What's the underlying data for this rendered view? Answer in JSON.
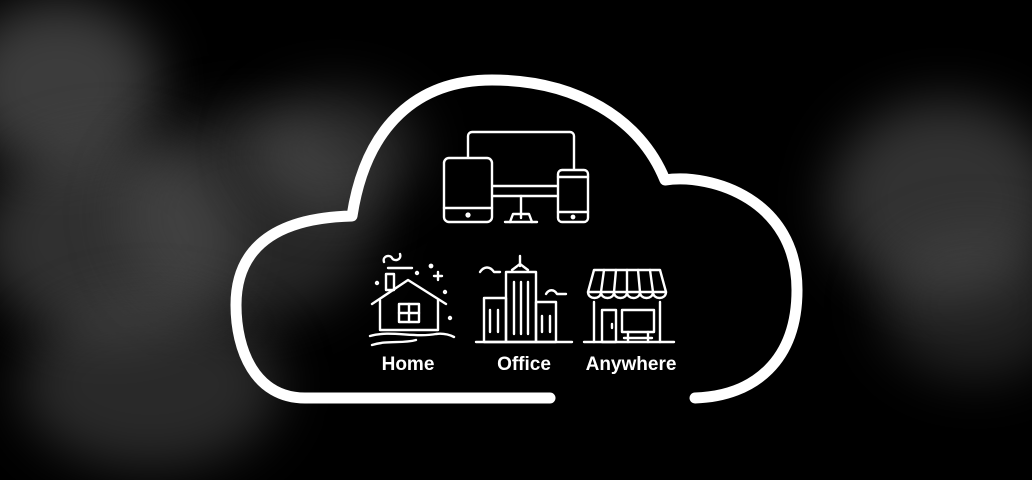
{
  "colors": {
    "background": "#000000",
    "foreground": "#ffffff",
    "smoke": "#5a5a5a"
  },
  "icons": {
    "devices": "devices-icon",
    "home": "house-icon",
    "office": "office-building-icon",
    "anywhere": "storefront-icon",
    "cloud": "cloud-outline-icon"
  },
  "locations": [
    {
      "label": "Home"
    },
    {
      "label": "Office"
    },
    {
      "label": "Anywhere"
    }
  ]
}
